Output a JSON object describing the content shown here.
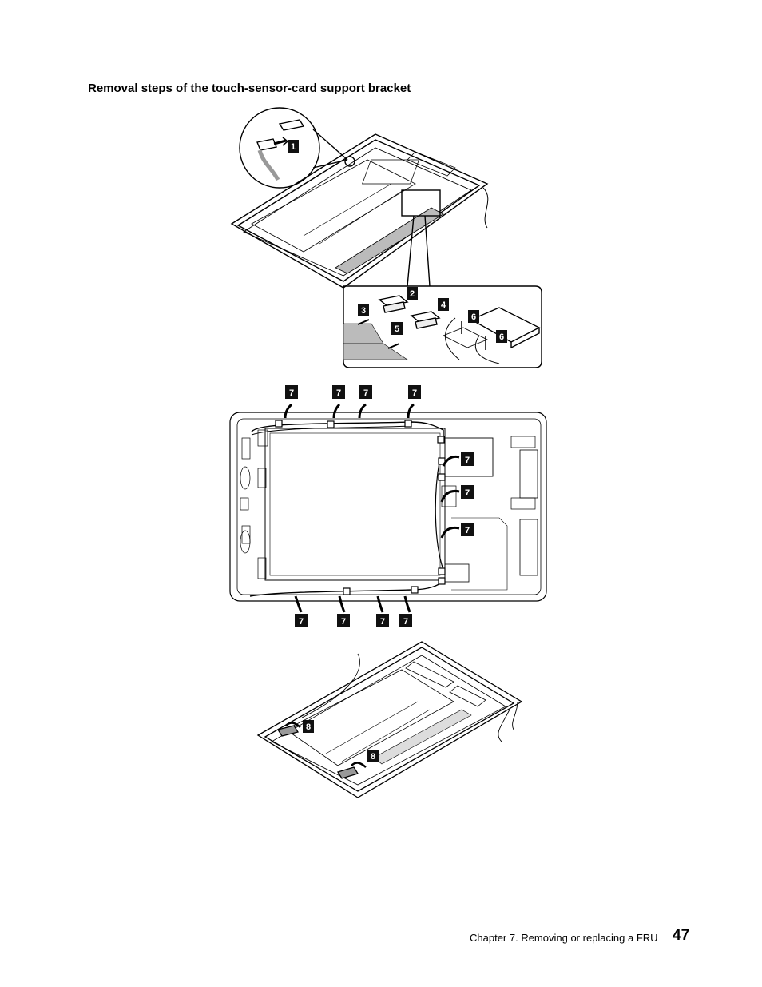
{
  "section": {
    "heading": "Removal steps of the touch-sensor-card support bracket"
  },
  "figure1": {
    "callouts": [
      "1",
      "2",
      "3",
      "4",
      "5",
      "6",
      "6"
    ]
  },
  "figure2": {
    "callouts": [
      "7",
      "7",
      "7",
      "7",
      "7",
      "7",
      "7",
      "7",
      "7",
      "7",
      "7"
    ]
  },
  "figure3": {
    "callouts": [
      "8",
      "8"
    ]
  },
  "footer": {
    "chapter": "Chapter 7.  Removing or replacing a FRU",
    "page_number": "47"
  }
}
